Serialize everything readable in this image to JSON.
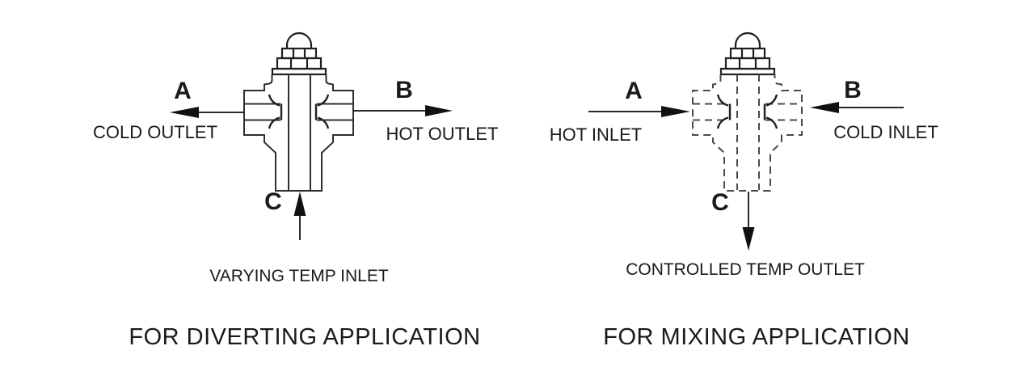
{
  "page": {
    "background_color": "#ffffff",
    "ink_color": "#1a1a1a"
  },
  "diagrams": {
    "diverting": {
      "caption": "FOR DIVERTING APPLICATION",
      "valve_style": "solid-lines",
      "ports": {
        "a": {
          "letter": "A",
          "label": "COLD OUTLET",
          "arrow_direction": "left"
        },
        "b": {
          "letter": "B",
          "label": "HOT OUTLET",
          "arrow_direction": "right"
        },
        "c": {
          "letter": "C",
          "label": "VARYING TEMP INLET",
          "arrow_direction": "up"
        }
      }
    },
    "mixing": {
      "caption": "FOR MIXING APPLICATION",
      "valve_style": "dashed-lines",
      "ports": {
        "a": {
          "letter": "A",
          "label": "HOT INLET",
          "arrow_direction": "right"
        },
        "b": {
          "letter": "B",
          "label": "COLD INLET",
          "arrow_direction": "left"
        },
        "c": {
          "letter": "C",
          "label": "CONTROLLED TEMP OUTLET",
          "arrow_direction": "down"
        }
      }
    }
  }
}
